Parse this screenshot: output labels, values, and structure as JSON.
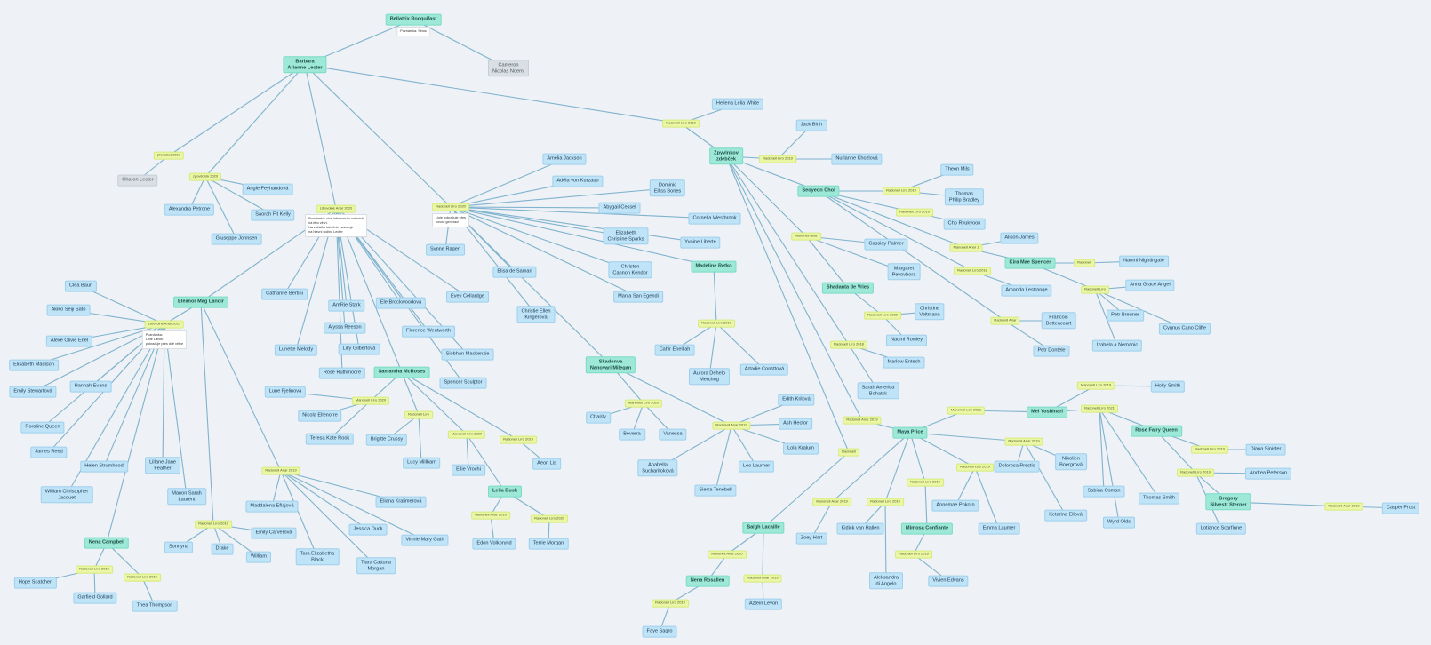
{
  "nodes": [
    {
      "id": "bellatrix",
      "label": "Bellatrix Rocquifast",
      "kind": "m"
    },
    {
      "id": "barbara",
      "label": "Barbara\nArianne Lecter",
      "kind": "m"
    },
    {
      "id": "cameron",
      "label": "Cameron\nNicolas Noemi",
      "kind": "g"
    },
    {
      "id": "charon",
      "label": "Charon Lecter",
      "kind": "g"
    },
    {
      "id": "helena",
      "label": "Hellena Lelia White",
      "kind": "p"
    },
    {
      "id": "zpyt",
      "label": "Zpyvlnkov\nzdebček",
      "kind": "m"
    },
    {
      "id": "jack",
      "label": "Jack Birth",
      "kind": "p"
    },
    {
      "id": "nurlanne",
      "label": "Nurlanne Khozlová",
      "kind": "p"
    },
    {
      "id": "seoyeon",
      "label": "Seoyeon Choi",
      "kind": "m"
    },
    {
      "id": "theon",
      "label": "Theon Mils",
      "kind": "p"
    },
    {
      "id": "thomasb",
      "label": "Thomas\nPhilip Bradley",
      "kind": "p"
    },
    {
      "id": "cho",
      "label": "Cho Ryukyoon",
      "kind": "p"
    },
    {
      "id": "alison",
      "label": "Alison James",
      "kind": "p"
    },
    {
      "id": "kira",
      "label": "Kira Mae Spencer",
      "kind": "m"
    },
    {
      "id": "naomin",
      "label": "Naomi Nightingale",
      "kind": "p"
    },
    {
      "id": "annagrace",
      "label": "Anna Grace Angel",
      "kind": "p"
    },
    {
      "id": "petrb",
      "label": "Petr Breuner",
      "kind": "p"
    },
    {
      "id": "cygnus",
      "label": "Cygnus Cano Cliffe",
      "kind": "p"
    },
    {
      "id": "izabela",
      "label": "Izabela a Nemanic",
      "kind": "p"
    },
    {
      "id": "amanda",
      "label": "Amanda Lestrange",
      "kind": "p"
    },
    {
      "id": "cassidy",
      "label": "Cassidy Palmer",
      "kind": "p"
    },
    {
      "id": "margaret",
      "label": "Margaret\nPevovhora",
      "kind": "p"
    },
    {
      "id": "shadanta",
      "label": "Shadanta de Vries",
      "kind": "m"
    },
    {
      "id": "christine",
      "label": "Christine\nVeltmann",
      "kind": "p"
    },
    {
      "id": "naomir",
      "label": "Naomi Rowley",
      "kind": "p"
    },
    {
      "id": "marlow",
      "label": "Marlow Entech",
      "kind": "p"
    },
    {
      "id": "francois",
      "label": "Francois\nBettencourt",
      "kind": "p"
    },
    {
      "id": "petrd",
      "label": "Petr Dontele",
      "kind": "p"
    },
    {
      "id": "sarahamerica",
      "label": "Sarah America\nBohatsk",
      "kind": "p"
    },
    {
      "id": "amelia",
      "label": "Amelia Jackson",
      "kind": "p"
    },
    {
      "id": "adela",
      "label": "Adéla von Kurzauo",
      "kind": "p"
    },
    {
      "id": "dominic",
      "label": "Dominic\nElliss Bones",
      "kind": "p"
    },
    {
      "id": "abygail",
      "label": "Abygail Cessel",
      "kind": "p"
    },
    {
      "id": "cornelia",
      "label": "Cornelia Westbrook",
      "kind": "p"
    },
    {
      "id": "elizabeth",
      "label": "Elizabeth\nChristine Sparks",
      "kind": "p"
    },
    {
      "id": "yvoine",
      "label": "Yvoine Liberté",
      "kind": "p"
    },
    {
      "id": "christenk",
      "label": "Christen\nCannon Kendor",
      "kind": "p"
    },
    {
      "id": "madeline",
      "label": "Madeline Retko",
      "kind": "m"
    },
    {
      "id": "manja",
      "label": "Manja San Egendi",
      "kind": "p"
    },
    {
      "id": "elisa",
      "label": "Elisa de Samari",
      "kind": "p"
    },
    {
      "id": "christieellen",
      "label": "Christie Ellen\nKingerová",
      "kind": "p"
    },
    {
      "id": "synne",
      "label": "Synne Ragen",
      "kind": "p"
    },
    {
      "id": "cahir",
      "label": "Cahir Enelliah",
      "kind": "p"
    },
    {
      "id": "aurora",
      "label": "Aurora Dehelp\nMerchog",
      "kind": "p"
    },
    {
      "id": "artadie",
      "label": "Artadie Consttová",
      "kind": "p"
    },
    {
      "id": "angie",
      "label": "Angie Feyhandová",
      "kind": "p"
    },
    {
      "id": "alexandra",
      "label": "Alexandra Petrone",
      "kind": "p"
    },
    {
      "id": "saorah",
      "label": "Saorah Fit Kelly",
      "kind": "p"
    },
    {
      "id": "giuseppe",
      "label": "Giuseppe Johnsen",
      "kind": "p"
    },
    {
      "id": "catharine",
      "label": "Catharine Bertini",
      "kind": "p"
    },
    {
      "id": "amrie",
      "label": "AmRie Stark",
      "kind": "p"
    },
    {
      "id": "alyssa",
      "label": "Alyssa Reeson",
      "kind": "p"
    },
    {
      "id": "lilly",
      "label": "Lilly Gilbertová",
      "kind": "p"
    },
    {
      "id": "lunette",
      "label": "Lunette Melody",
      "kind": "p"
    },
    {
      "id": "rose",
      "label": "Rose Ruthmoore",
      "kind": "p"
    },
    {
      "id": "ele",
      "label": "Ele Brockwoodová",
      "kind": "p"
    },
    {
      "id": "florence",
      "label": "Florence Wentworth",
      "kind": "p"
    },
    {
      "id": "evey",
      "label": "Evey Cellardge",
      "kind": "p"
    },
    {
      "id": "siobhan",
      "label": "Siobhan Mackenzie",
      "kind": "p"
    },
    {
      "id": "spencer",
      "label": "Spencer Sculptor",
      "kind": "p"
    },
    {
      "id": "samantha",
      "label": "Samantha McRoses",
      "kind": "m"
    },
    {
      "id": "lunefjel",
      "label": "Lune Fjelinová",
      "kind": "p"
    },
    {
      "id": "nicola",
      "label": "Nicola Ellenorre",
      "kind": "p"
    },
    {
      "id": "teresa",
      "label": "Teresa Kate Rook",
      "kind": "p"
    },
    {
      "id": "brigitte",
      "label": "Brigitte Crussy",
      "kind": "p"
    },
    {
      "id": "lucy",
      "label": "Lucy Millbarr",
      "kind": "p"
    },
    {
      "id": "ellie",
      "label": "Ellie Vrochi",
      "kind": "p"
    },
    {
      "id": "aeon",
      "label": "Aeon Lis",
      "kind": "p"
    },
    {
      "id": "leila",
      "label": "Leila Dusk",
      "kind": "m"
    },
    {
      "id": "edon",
      "label": "Edon Volkorynd",
      "kind": "p"
    },
    {
      "id": "terrie",
      "label": "Terrie Morgan",
      "kind": "p"
    },
    {
      "id": "rad2020",
      "label": "Radonell Líro 2020",
      "kind": "r"
    },
    {
      "id": "eleanor",
      "label": "Eleanor Mag Lanoir",
      "kind": "m"
    },
    {
      "id": "clea",
      "label": "Clea Baun",
      "kind": "p"
    },
    {
      "id": "akiko",
      "label": "Akiko Seiji Sato",
      "kind": "p"
    },
    {
      "id": "alexolivie",
      "label": "Alexe Olivie Enel",
      "kind": "p"
    },
    {
      "id": "elisabeth",
      "label": "Elisabeth Madison",
      "kind": "p"
    },
    {
      "id": "hannah",
      "label": "Hannah Evans",
      "kind": "p"
    },
    {
      "id": "emily",
      "label": "Emily Stewartová",
      "kind": "p"
    },
    {
      "id": "roraline",
      "label": "Roraline Queen",
      "kind": "p"
    },
    {
      "id": "james",
      "label": "James Reed",
      "kind": "p"
    },
    {
      "id": "helens",
      "label": "Helen Strumhood",
      "kind": "p"
    },
    {
      "id": "lillane",
      "label": "Lillane Jane\nFeather",
      "kind": "p"
    },
    {
      "id": "manonsarah",
      "label": "Manon Sarah\nLaurent",
      "kind": "p"
    },
    {
      "id": "williamchris",
      "label": "William Christopher\nJacquet",
      "kind": "p"
    },
    {
      "id": "nenac",
      "label": "Nena Campbell",
      "kind": "m"
    },
    {
      "id": "hope",
      "label": "Hope Scatchen",
      "kind": "p"
    },
    {
      "id": "garfield",
      "label": "Garfield Gollard",
      "kind": "p"
    },
    {
      "id": "thea",
      "label": "Thea Thompson",
      "kind": "p"
    },
    {
      "id": "maddalena",
      "label": "Maddalena Eflajová",
      "kind": "p"
    },
    {
      "id": "eliana",
      "label": "Eliana Kralimerová",
      "kind": "p"
    },
    {
      "id": "jessica",
      "label": "Jessica Duck",
      "kind": "p"
    },
    {
      "id": "vinnie",
      "label": "Vinnie Mary Gath",
      "kind": "p"
    },
    {
      "id": "tara",
      "label": "Tara Elizabetha\nBlack",
      "kind": "p"
    },
    {
      "id": "tiara",
      "label": "Tiara Cattuna\nMorgan",
      "kind": "p"
    },
    {
      "id": "emilycar",
      "label": "Emily Carverová",
      "kind": "p"
    },
    {
      "id": "sonyna",
      "label": "Sonnyna",
      "kind": "p"
    },
    {
      "id": "drake",
      "label": "Drake",
      "kind": "p"
    },
    {
      "id": "william",
      "label": "William",
      "kind": "p"
    },
    {
      "id": "skadonva",
      "label": "Skadonva\nNanovari Milegan",
      "kind": "m"
    },
    {
      "id": "charity",
      "label": "Charity",
      "kind": "p"
    },
    {
      "id": "beverra",
      "label": "Beverra",
      "kind": "p"
    },
    {
      "id": "vanessa",
      "label": "Vanessa",
      "kind": "p"
    },
    {
      "id": "edith",
      "label": "Edith Krilová",
      "kind": "p"
    },
    {
      "id": "ash",
      "label": "Ash Hector",
      "kind": "p"
    },
    {
      "id": "lola",
      "label": "Lola Kralum",
      "kind": "p"
    },
    {
      "id": "leo",
      "label": "Leo Laurner",
      "kind": "p"
    },
    {
      "id": "anabella",
      "label": "Anabella\nSucharitoková",
      "kind": "p"
    },
    {
      "id": "sierra",
      "label": "Sierra Tenebell",
      "kind": "p"
    },
    {
      "id": "maya",
      "label": "Maya Price",
      "kind": "m"
    },
    {
      "id": "mei",
      "label": "Mei Yoshinari",
      "kind": "m"
    },
    {
      "id": "holly",
      "label": "Holly Smith",
      "kind": "p"
    },
    {
      "id": "rosefairy",
      "label": "Rose Fairy Queen",
      "kind": "m"
    },
    {
      "id": "diana",
      "label": "Diana Sinister",
      "kind": "p"
    },
    {
      "id": "andrea",
      "label": "Andrea Peterson",
      "kind": "p"
    },
    {
      "id": "gregory",
      "label": "Gregory\nSilvestr Sterner",
      "kind": "m"
    },
    {
      "id": "casper",
      "label": "Casper Frost",
      "kind": "p"
    },
    {
      "id": "lotiance",
      "label": "Lotiance Scarfinne",
      "kind": "p"
    },
    {
      "id": "thomassmith",
      "label": "Thomas Smith",
      "kind": "p"
    },
    {
      "id": "wyrd",
      "label": "Wyrd Olds",
      "kind": "p"
    },
    {
      "id": "sabina",
      "label": "Sabina Osman",
      "kind": "p"
    },
    {
      "id": "nikolien",
      "label": "Nikolien\nBoergrová",
      "kind": "p"
    },
    {
      "id": "ketarina",
      "label": "Ketarina Ellová",
      "kind": "p"
    },
    {
      "id": "dolorosa",
      "label": "Dolorosa Prestic",
      "kind": "p"
    },
    {
      "id": "annemae",
      "label": "Annemae Pokorn",
      "kind": "p"
    },
    {
      "id": "emma",
      "label": "Emma Laumer",
      "kind": "p"
    },
    {
      "id": "mimosa",
      "label": "Mimosa Confiante",
      "kind": "m"
    },
    {
      "id": "vivien",
      "label": "Vivien Edvans",
      "kind": "p"
    },
    {
      "id": "aleksandra",
      "label": "Aleksandra\ndi Angelo",
      "kind": "p"
    },
    {
      "id": "kidick",
      "label": "Kidick van Hallen",
      "kind": "p"
    },
    {
      "id": "zoey",
      "label": "Zoey Hart",
      "kind": "p"
    },
    {
      "id": "saigh",
      "label": "Saigh Lacaille",
      "kind": "m"
    },
    {
      "id": "nenar",
      "label": "Nena Rosallen",
      "kind": "m"
    },
    {
      "id": "faye",
      "label": "Faye Sagro",
      "kind": "p"
    },
    {
      "id": "aztein",
      "label": "Aztein Levon",
      "kind": "p"
    }
  ],
  "relations": [
    {
      "id": "r_charon",
      "label": "přenašeč 2019"
    },
    {
      "id": "r_alex",
      "label": "zpovědník 2020"
    },
    {
      "id": "r_big",
      "label": "Libovolné Anar 2020"
    },
    {
      "id": "r_amelia",
      "label": "Radonell Líro 2020"
    },
    {
      "id": "r_helena",
      "label": "Radonell Líro 2019"
    },
    {
      "id": "r_zpyt",
      "label": "Radonell Líro 2019"
    },
    {
      "id": "r_theon",
      "label": "Radonell Líro 2019"
    },
    {
      "id": "r_cho",
      "label": "Radonell Líro 2019"
    },
    {
      "id": "r_cassidy",
      "label": "Manonell Anar"
    },
    {
      "id": "r_alison",
      "label": "Manonell Anar 1"
    },
    {
      "id": "r_naomin",
      "label": "Radonell"
    },
    {
      "id": "r_anna",
      "label": "Radonell Líro"
    },
    {
      "id": "r_amanda",
      "label": "Radonell Líro 2018"
    },
    {
      "id": "r_christine",
      "label": "Radonell Líro 2020"
    },
    {
      "id": "r_marlow",
      "label": "Radonell Líro 2018"
    },
    {
      "id": "r_francois",
      "label": "Radonell Anar"
    },
    {
      "id": "r_cahir",
      "label": "Radonell Líro 2019"
    },
    {
      "id": "r_samantha",
      "label": "Manonell Líro 2020"
    },
    {
      "id": "r_brigitte",
      "label": "Radonell Líro"
    },
    {
      "id": "r_ellie",
      "label": "Manonell Líro 2020"
    },
    {
      "id": "r_aeon",
      "label": "Radonell Líro 2019"
    },
    {
      "id": "r_edon",
      "label": "Manonell Anar 2019"
    },
    {
      "id": "r_eleanor",
      "label": "Libovolné Anar 2019"
    },
    {
      "id": "r_hope",
      "label": "Radonell Líro 2019"
    },
    {
      "id": "r_thea",
      "label": "Radonell Líro 2019"
    },
    {
      "id": "r_tara",
      "label": "Radonell Anar 2019"
    },
    {
      "id": "r_drake",
      "label": "Radonell Líro 2019"
    },
    {
      "id": "r_charity",
      "label": "Manonell Líro 2020"
    },
    {
      "id": "r_edith",
      "label": "Radonell Anar 2019"
    },
    {
      "id": "r_maya",
      "label": "Radonell Anar 2019"
    },
    {
      "id": "r_mei",
      "label": "Manonell Líro 2021"
    },
    {
      "id": "r_holly",
      "label": "Manonell Líro 2019"
    },
    {
      "id": "r_rose",
      "label": "Radonell Líro 2021"
    },
    {
      "id": "r_diana",
      "label": "Radonell Líro 2019"
    },
    {
      "id": "r_andrea",
      "label": "Radonell Líro 2019"
    },
    {
      "id": "r_casper",
      "label": "Radonell Anar 2019"
    },
    {
      "id": "r_nikolien",
      "label": "Radonell Anar 2019"
    },
    {
      "id": "r_annemae",
      "label": "Radonell Líro 2019"
    },
    {
      "id": "r_mimosa",
      "label": "Radonell Líro 2019"
    },
    {
      "id": "r_vivien",
      "label": "Radonell Líro 2019"
    },
    {
      "id": "r_kidick",
      "label": "Radonell Líro 2019"
    },
    {
      "id": "r_zoey",
      "label": "Manonell Anar 2019"
    },
    {
      "id": "r_saigh",
      "label": "Radonell"
    },
    {
      "id": "r_nenar",
      "label": "Manonell Anar 2020"
    },
    {
      "id": "r_aztein",
      "label": "Radonell Anar 2019"
    },
    {
      "id": "r_faye",
      "label": "Radonell Líro 2019"
    }
  ],
  "notes": [
    {
      "id": "n_bellatrix",
      "text": "Poznámka: Sirius"
    },
    {
      "id": "n_big",
      "text": "Poznámka: více informací o vztazích\nna této větvi.\nNa začátku tato linie navazuje\nna hlavní rodinu Lecter"
    },
    {
      "id": "n_amelia",
      "text": "Linie pokračuje přes\nnovou generaci"
    },
    {
      "id": "n_eleanor",
      "text": "Poznámka:\nLinie Lanoir\npokračuje přes dvě větve"
    }
  ]
}
